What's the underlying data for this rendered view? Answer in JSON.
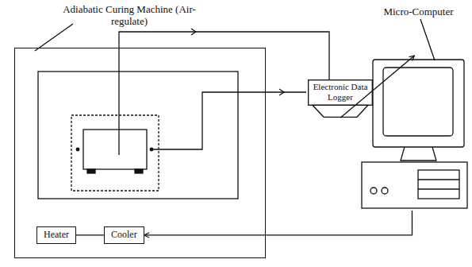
{
  "diagram": {
    "nodes": [
      {
        "text": [
          "Adiabatic Curing Machine (Air-regulate)"
        ]
      },
      {
        "text": [
          "Heater"
        ],
        "in": 0
      },
      {
        "text": [
          "Cooler"
        ],
        "in": 0
      },
      {
        "text": [
          "Electronic Data Logger"
        ]
      },
      {
        "text": [
          "Micro-Computer"
        ]
      }
    ],
    "edges": [
      {
        "from": 1,
        "to": 2,
        "arrow": "none"
      },
      {
        "from": 3,
        "to": 4,
        "arrow": "to"
      },
      {
        "from": 4,
        "to": 2,
        "arrow": "to"
      }
    ]
  }
}
